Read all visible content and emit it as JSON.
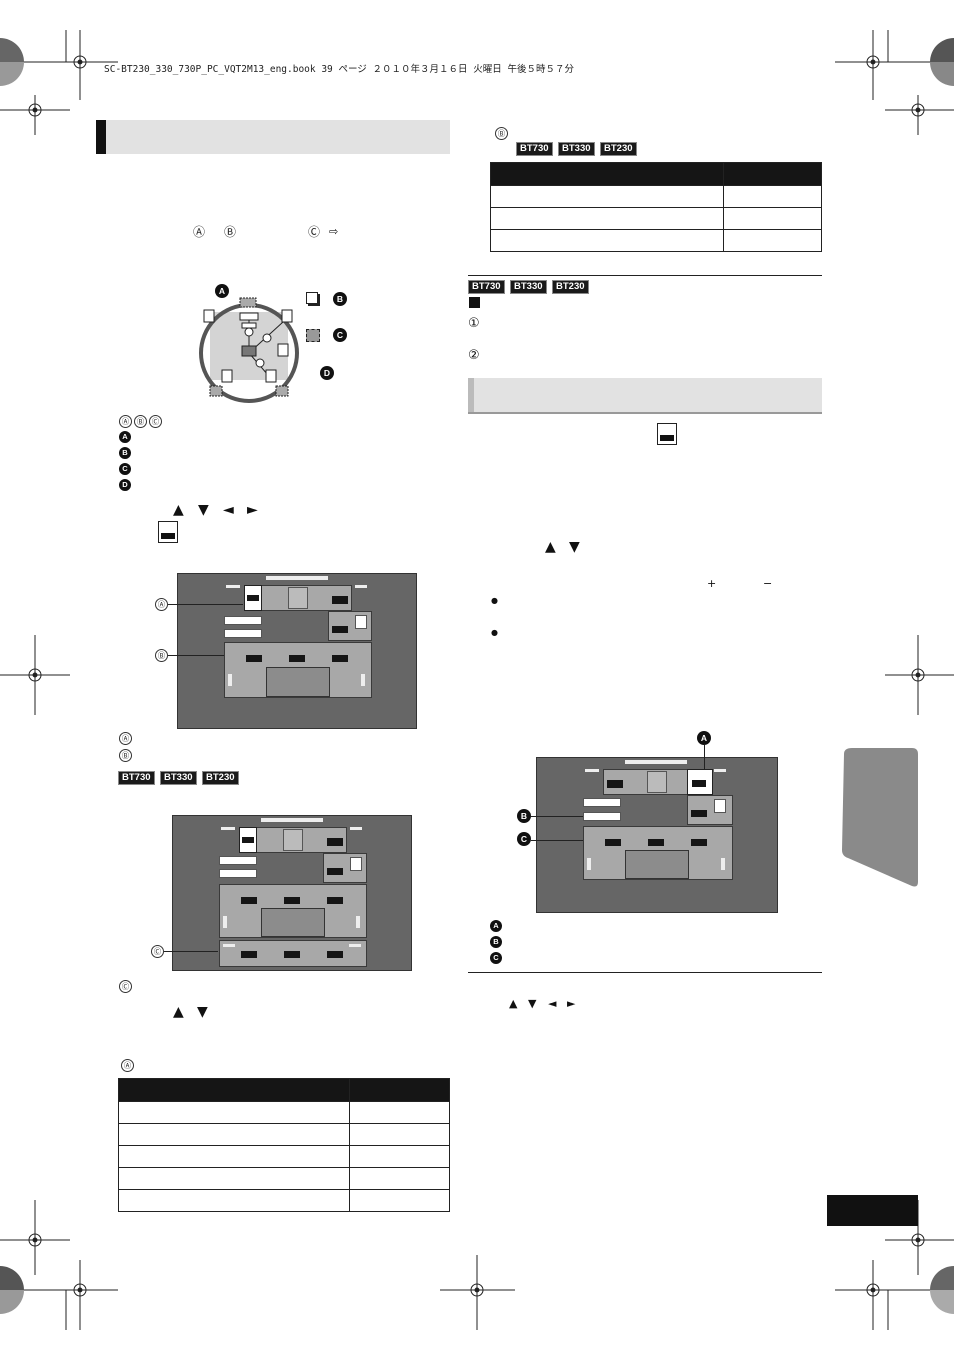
{
  "header": {
    "file_line": "SC-BT230_330_730P_PC_VQT2M13_eng.book  39 ページ  ２０１０年３月１６日  火曜日  午後５時５７分"
  },
  "symbols": {
    "A": "Ⓐ",
    "B": "Ⓑ",
    "C": "Ⓒ",
    "one": "①",
    "two": "②",
    "bullet": "●",
    "plus": "+",
    "minus": "−",
    "right_pointer": "⇨",
    "up": "▲",
    "down": "▼",
    "left": "◄",
    "right": "►"
  },
  "dot_labels": {
    "A": "A",
    "B": "B",
    "C": "C",
    "D": "D"
  },
  "model_badges": [
    "BT730",
    "BT330",
    "BT230"
  ],
  "left_column": {
    "table_a_rows": 5,
    "speaker_diagram": {
      "has_room_circle": true
    }
  },
  "right_column": {
    "table_b_rows": 3
  },
  "colors": {
    "title_bar_bg": "#e2e2e2",
    "title_bar_accent": "#111111",
    "osd_bg": "#666666",
    "osd_panel": "#a8a8a8",
    "side_tab": "#8a8a8a",
    "page_number_box": "#111111"
  }
}
